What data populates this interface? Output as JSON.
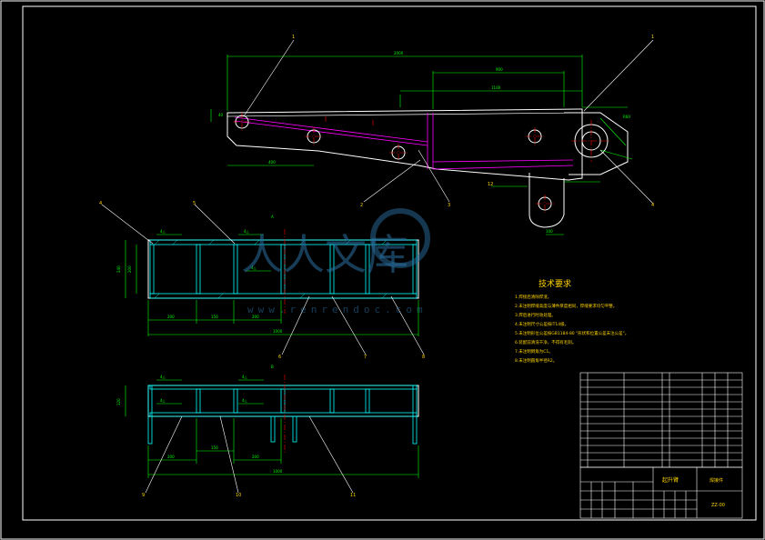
{
  "watermark": {
    "text": "人人文库",
    "url": "www.renrendoc.com"
  },
  "tech_requirements": {
    "title": "技术要求",
    "items": [
      "1.焊接后清除焊渣。",
      "2.未注明焊缝高度与薄件厚度相同，焊缝要求均匀平整。",
      "3.焊后进行时效处理。",
      "4.未注明尺寸公差按IT14级。",
      "5.未注明形位公差按GB1184-80 \"形状和位置公差未注公差\"。",
      "6.装配前清洗干净，不得有毛刺。",
      "7.未注明倒角为C1。",
      "8.未注明圆角半径R2。"
    ]
  },
  "title_block": {
    "drawing_name": "起升臂",
    "material": "焊接件",
    "drawing_no": "ZZ-00"
  },
  "balloons": [
    "1",
    "1",
    "2",
    "3",
    "4",
    "4",
    "5",
    "6",
    "7",
    "8",
    "9",
    "10",
    "11",
    "12"
  ],
  "colors": {
    "background": "#000000",
    "frame": "#ffffff",
    "outline": "#ffffff",
    "dimension": "#00ff00",
    "section_line": "#00ffff",
    "centerline": "#ff0000",
    "hidden_line": "#ff00ff",
    "text": "#ffd400",
    "watermark": "#2a6fa0"
  }
}
